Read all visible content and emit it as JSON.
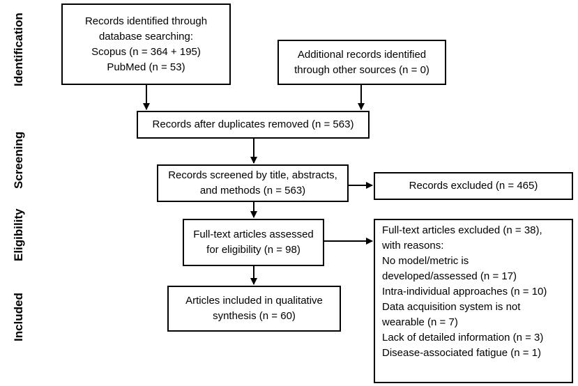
{
  "stages": {
    "identification": "Identification",
    "screening": "Screening",
    "eligibility": "Eligibility",
    "included": "Included"
  },
  "boxes": {
    "db_search": {
      "lines": [
        "Records identified through",
        "database searching:",
        "Scopus (n = 364 + 195)",
        "PubMed (n = 53)"
      ]
    },
    "other_sources": {
      "lines": [
        "Additional records identified",
        "through other sources (n = 0)"
      ]
    },
    "after_duplicates": {
      "lines": [
        "Records after duplicates removed (n = 563)"
      ]
    },
    "screened": {
      "lines": [
        "Records screened by title, abstracts,",
        "and methods (n = 563)"
      ]
    },
    "excluded": {
      "lines": [
        "Records excluded (n = 465)"
      ]
    },
    "fulltext_assessed": {
      "lines": [
        "Full-text articles assessed",
        "for eligibility (n = 98)"
      ]
    },
    "fulltext_excluded": {
      "lines": [
        "Full-text articles excluded (n = 38),",
        "with reasons:",
        "No model/metric is",
        "developed/assessed (n = 17)",
        "Intra-individual approaches (n = 10)",
        "Data acquisition system is not",
        "wearable (n = 7)",
        "Lack of detailed information (n = 3)",
        "Disease-associated fatigue (n = 1)"
      ]
    },
    "included": {
      "lines": [
        "Articles included in qualitative",
        "synthesis (n = 60)"
      ]
    }
  }
}
